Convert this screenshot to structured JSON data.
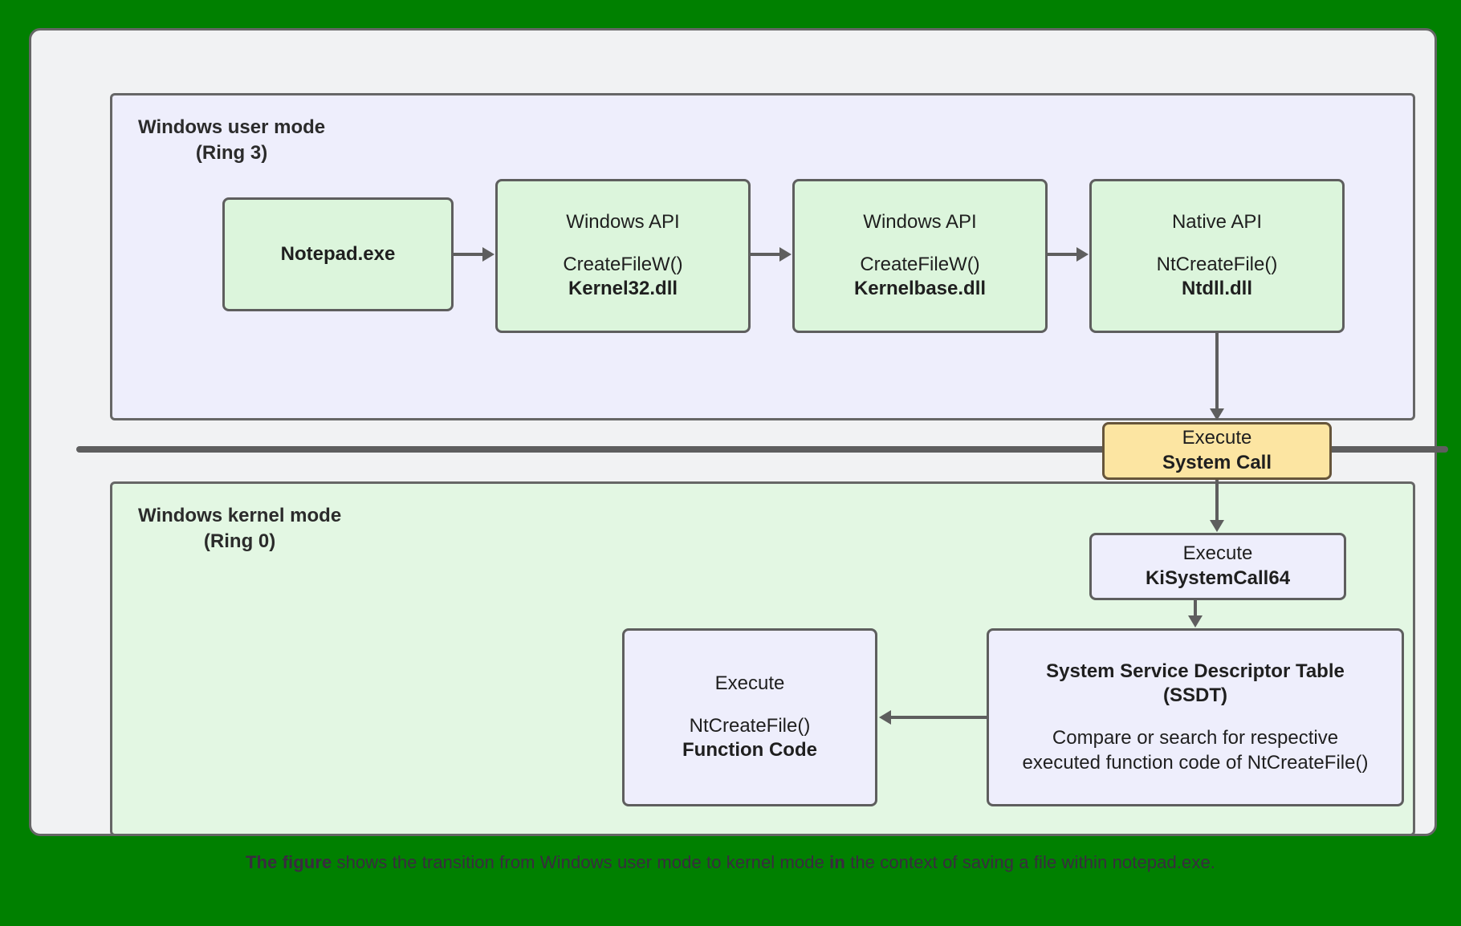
{
  "background_color": "#008000",
  "card": {
    "background": "#f1f2f3",
    "border": "#666666"
  },
  "diagram": {
    "user_mode": {
      "title": "Windows user mode\n(Ring 3)",
      "background": "#eeeefc"
    },
    "kernel_mode": {
      "title": "Windows kernel mode\n(Ring 0)",
      "background": "#e3f7e3"
    },
    "nodes": {
      "notepad": {
        "line1": "",
        "line2": "Notepad.exe",
        "fill": "#dcf5dc"
      },
      "kernel32": {
        "line1": "Windows API",
        "line2": "CreateFileW()",
        "line3": "Kernel32.dll",
        "fill": "#dcf5dc"
      },
      "kernelbase": {
        "line1": "Windows API",
        "line2": "CreateFileW()",
        "line3": "Kernelbase.dll",
        "fill": "#dcf5dc"
      },
      "ntdll": {
        "line1": "Native API",
        "line2": "NtCreateFile()",
        "line3": "Ntdll.dll",
        "fill": "#dcf5dc"
      },
      "syscall": {
        "line1": "Execute",
        "line2": "System Call",
        "fill": "#fce5a2"
      },
      "kisyscall": {
        "line1": "Execute",
        "line2": "KiSystemCall64",
        "fill": "#eeeefc"
      },
      "ssdt": {
        "line1": "System Service Descriptor Table",
        "line2": "(SSDT)",
        "line3": "Compare or search for respective",
        "line4": "executed function code of NtCreateFile()",
        "fill": "#eeeefc"
      },
      "function_code": {
        "line1": "Execute",
        "line2": "NtCreateFile()",
        "line3": "Function Code",
        "fill": "#eeeefc"
      }
    },
    "divider_color": "#5e5e5e",
    "arrow_color": "#5e5e5e"
  },
  "caption": {
    "bold_lead": "The figure",
    "part1": " shows the transition from Windows user mode to kernel mode ",
    "bold_mid": "in",
    "part2": " the context of saving a file within notepad.exe."
  }
}
